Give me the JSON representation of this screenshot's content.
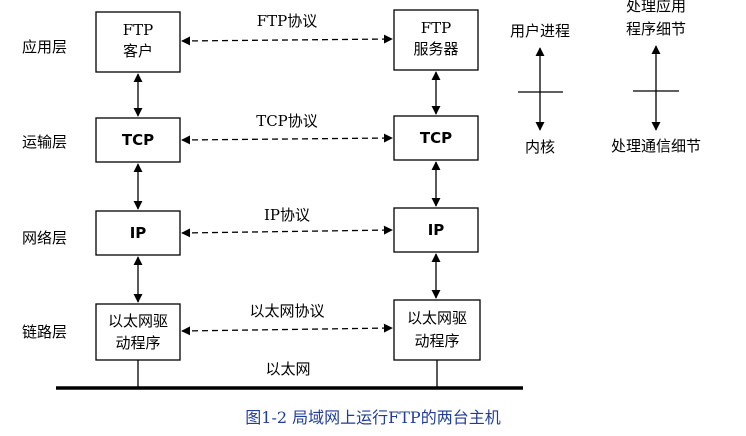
{
  "layers": [
    {
      "id": "app",
      "label": "应用层"
    },
    {
      "id": "transport",
      "label": "运输层"
    },
    {
      "id": "network",
      "label": "网络层"
    },
    {
      "id": "link",
      "label": "链路层"
    }
  ],
  "left_host": {
    "app": [
      "FTP",
      "客户"
    ],
    "transport": [
      "TCP"
    ],
    "network": [
      "IP"
    ],
    "link": [
      "以太网驱",
      "动程序"
    ]
  },
  "right_host": {
    "app": [
      "FTP",
      "服务器"
    ],
    "transport": [
      "TCP"
    ],
    "network": [
      "IP"
    ],
    "link": [
      "以太网驱",
      "动程序"
    ]
  },
  "protocols": {
    "app": "FTP协议",
    "transport": "TCP协议",
    "network": "IP协议",
    "link": "以太网协议"
  },
  "network_label": "以太网",
  "legend": {
    "left": {
      "top": "用户进程",
      "bottom": "内核"
    },
    "right": {
      "top": [
        "处理应用",
        "程序细节"
      ],
      "bottom": "处理通信细节"
    }
  },
  "caption": "图1-2   局域网上运行FTP的两台主机",
  "colors": {
    "caption": "#1f3d99",
    "ink": "#000000"
  }
}
